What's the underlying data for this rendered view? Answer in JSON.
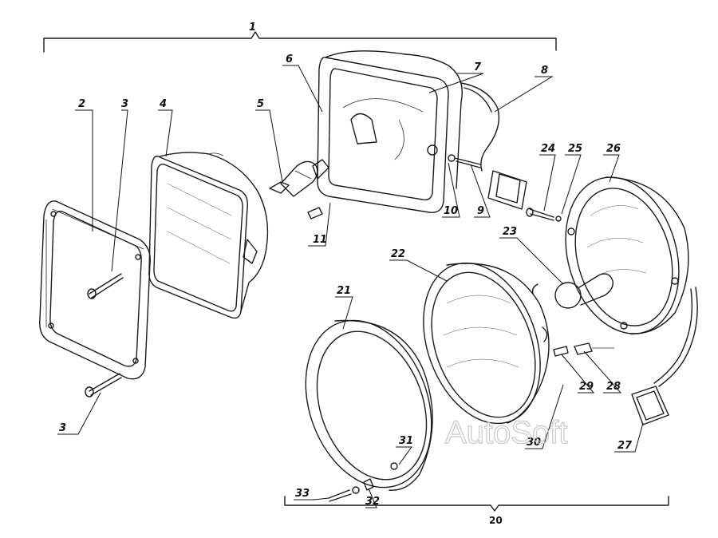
{
  "labels": {
    "l1": "1",
    "l2": "2",
    "l3a": "3",
    "l3b": "3",
    "l4": "4",
    "l5": "5",
    "l6": "6",
    "l7": "7",
    "l8": "8",
    "l9": "9",
    "l10": "10",
    "l11": "11",
    "l20": "20",
    "l21": "21",
    "l22": "22",
    "l23": "23",
    "l24": "24",
    "l25": "25",
    "l26": "26",
    "l27": "27",
    "l28": "28",
    "l29": "29",
    "l30": "30",
    "l31": "31",
    "l32": "32",
    "l33": "33"
  },
  "watermark": "AutoSoft",
  "colors": {
    "ink": "#1a1a1a",
    "background": "#ffffff",
    "watermark": "#c9c9c9"
  }
}
